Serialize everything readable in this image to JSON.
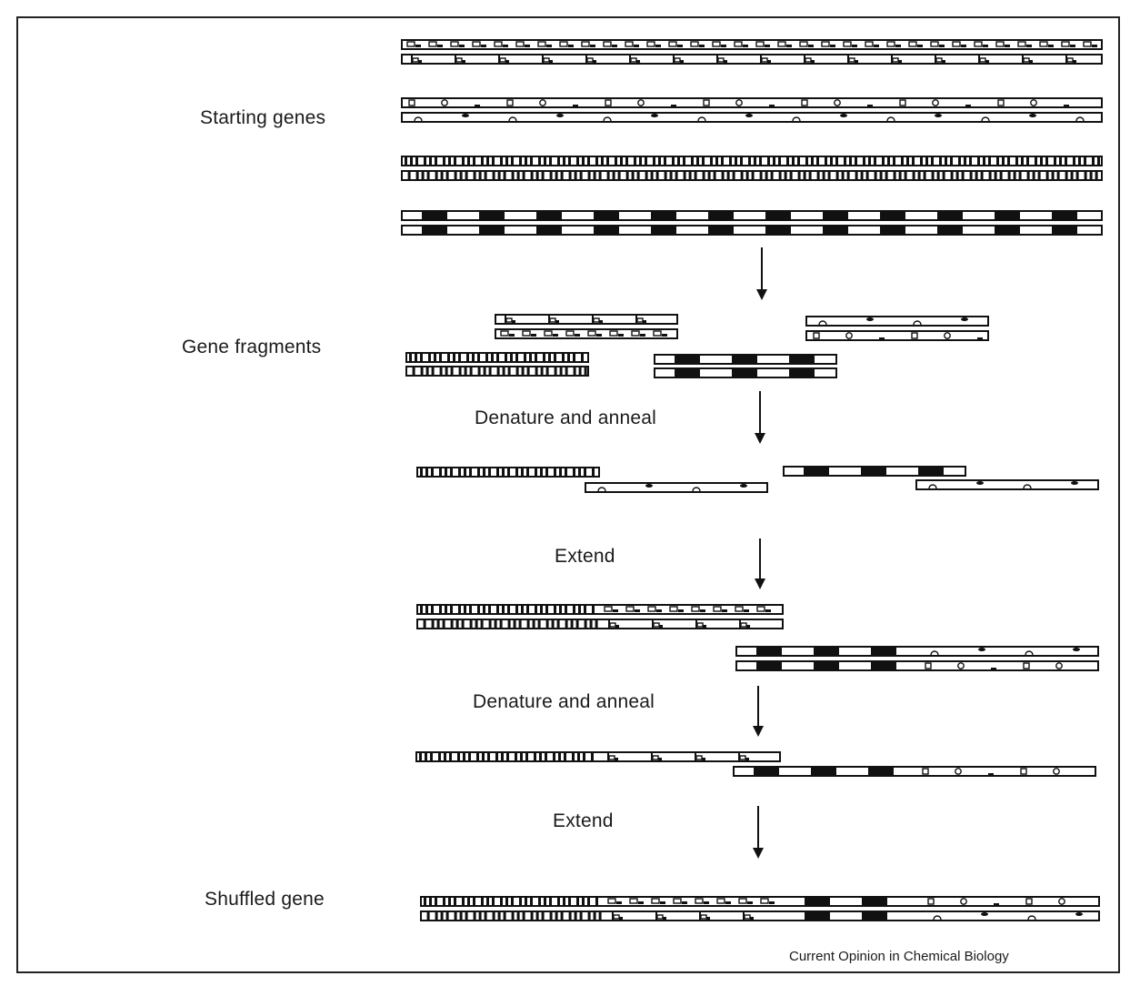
{
  "labels": {
    "starting_genes": "Starting genes",
    "gene_fragments": "Gene fragments",
    "denature_anneal_1": "Denature and anneal",
    "extend_1": "Extend",
    "denature_anneal_2": "Denature and anneal",
    "extend_2": "Extend",
    "shuffled_gene": "Shuffled gene"
  },
  "credit": "Current Opinion in Chemical Biology",
  "colors": {
    "ink": "#111111",
    "paper": "#ffffff",
    "frame": "#222222"
  }
}
